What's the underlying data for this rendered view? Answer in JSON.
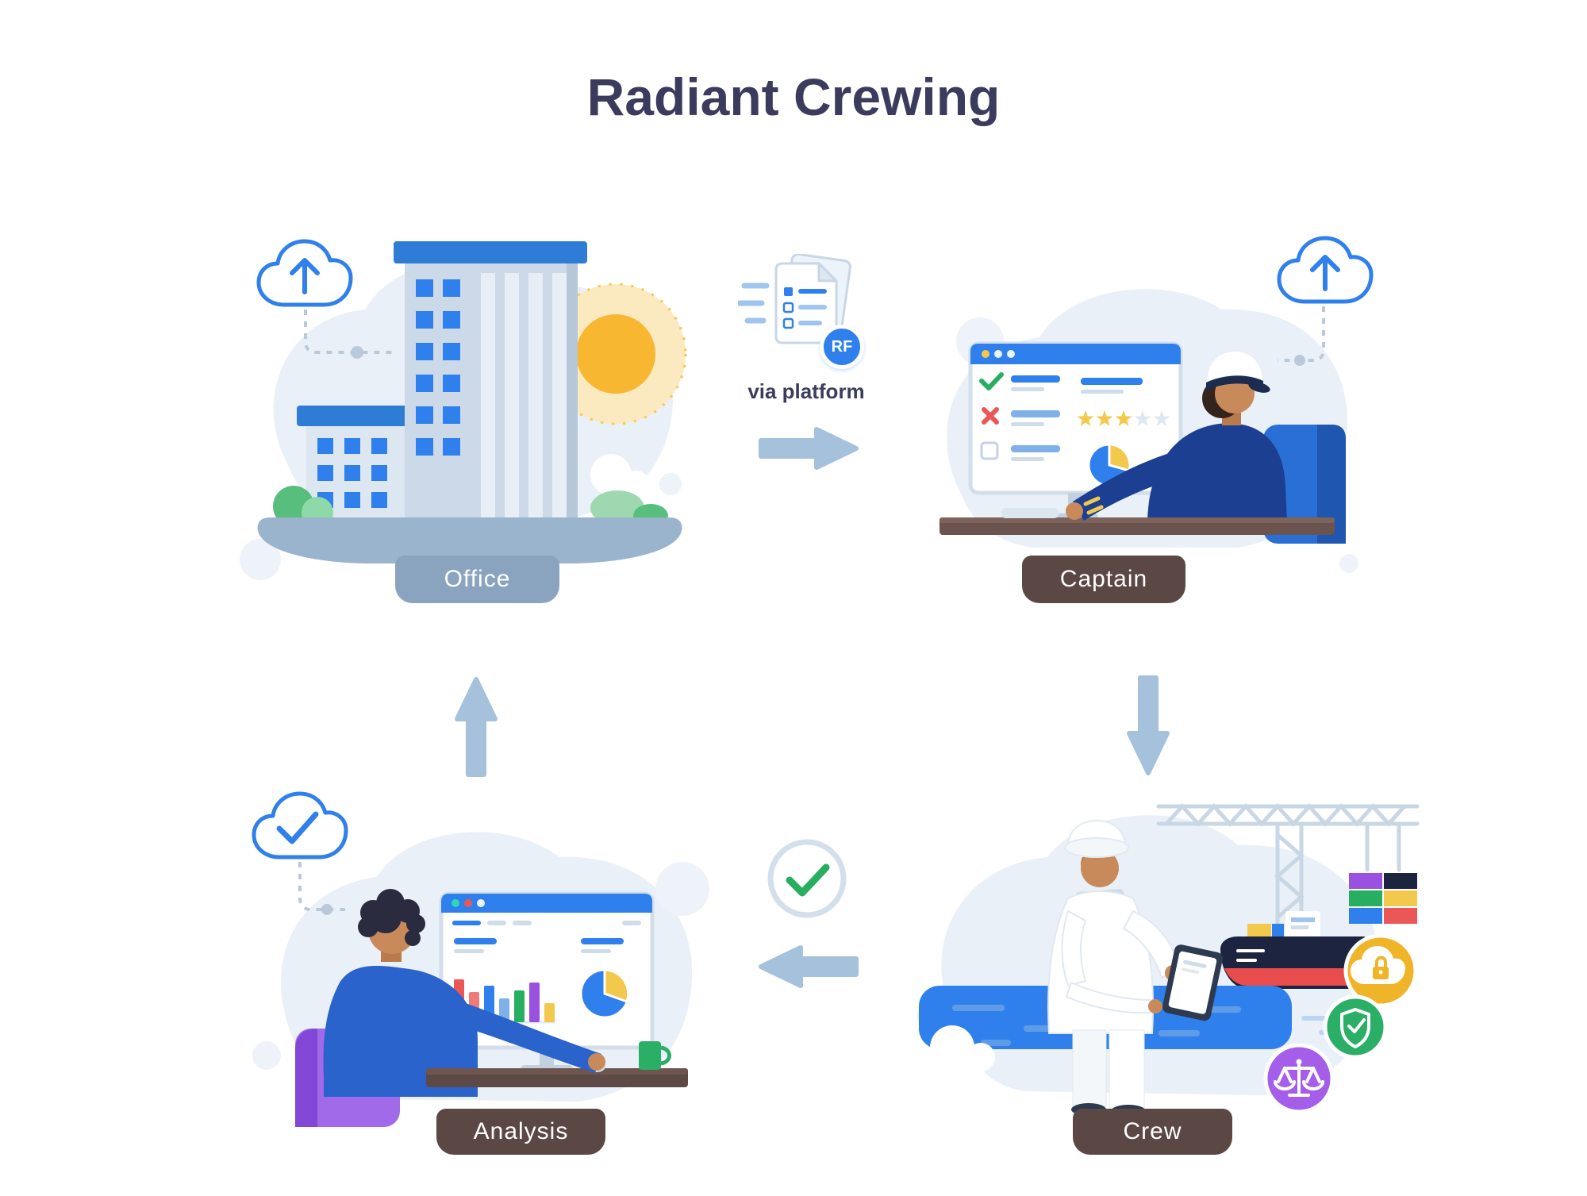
{
  "title": "Radiant Crewing",
  "nodes": {
    "office": {
      "label": "Office",
      "art": "office-buildings-with-sun",
      "icons": [
        "cloud-upload-icon"
      ]
    },
    "captain": {
      "label": "Captain",
      "art": "captain-at-computer",
      "icons": [
        "cloud-upload-icon"
      ],
      "screen": {
        "checklist": [
          "checked",
          "rejected",
          "unchecked"
        ],
        "rating": "3-of-5-stars",
        "chart": "pie"
      }
    },
    "crew": {
      "label": "Crew",
      "art": "sailor-with-tablet-cargo-ship-crane",
      "badges": [
        "cloud-lock-icon",
        "shield-check-icon",
        "scales-icon"
      ]
    },
    "analysis": {
      "label": "Analysis",
      "art": "analyst-at-dashboard",
      "icons": [
        "cloud-check-icon"
      ],
      "screen": {
        "charts": [
          "bar",
          "pie"
        ]
      }
    }
  },
  "connectors": [
    {
      "from": "office",
      "to": "captain",
      "direction": "right",
      "label": "via platform",
      "badge": "RF",
      "icon": "documents-icon"
    },
    {
      "from": "captain",
      "to": "crew",
      "direction": "down"
    },
    {
      "from": "crew",
      "to": "analysis",
      "direction": "left",
      "icon": "check-circle-icon"
    },
    {
      "from": "analysis",
      "to": "office",
      "direction": "up"
    }
  ],
  "colors": {
    "title": "#3B3B5E",
    "accent_blue": "#2F80ED",
    "arrow": "#A6C1DC",
    "banner_office": "#8AA4BF",
    "banner_dark": "#5B4845",
    "green": "#27AE60",
    "yellow": "#F2C94C",
    "purple": "#9B51E0",
    "red": "#EB5757",
    "blob": "#EAF0F7"
  }
}
